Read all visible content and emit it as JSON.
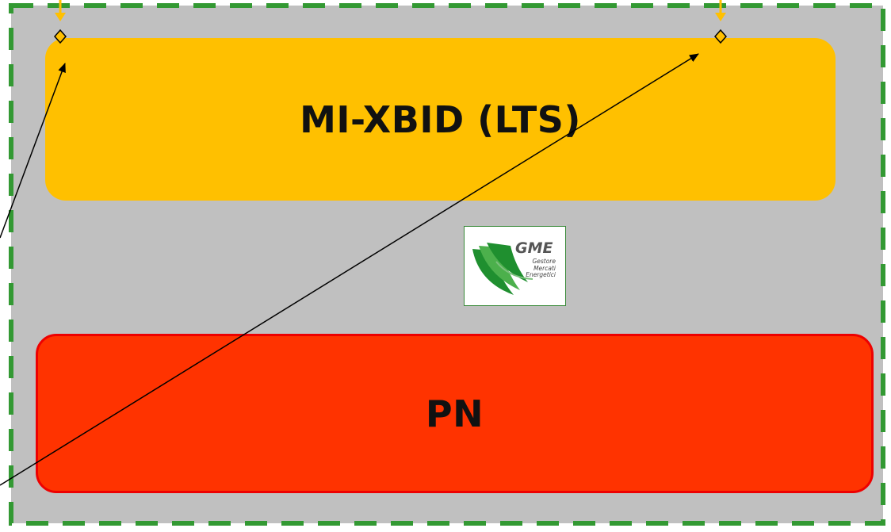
{
  "diagram": {
    "top_box": {
      "label": "MI-XBID (LTS)",
      "color": "#ffc000"
    },
    "bottom_box": {
      "label": "PN",
      "color": "#ff3300"
    },
    "logo": {
      "title": "GME",
      "subtitle_lines": [
        "Gestore",
        "Mercati",
        "Energetici"
      ]
    },
    "colors": {
      "background": "#c0c0c0",
      "dashed_border": "#339933",
      "connector_marker": "#ffc000",
      "arrow": "#000000"
    }
  }
}
